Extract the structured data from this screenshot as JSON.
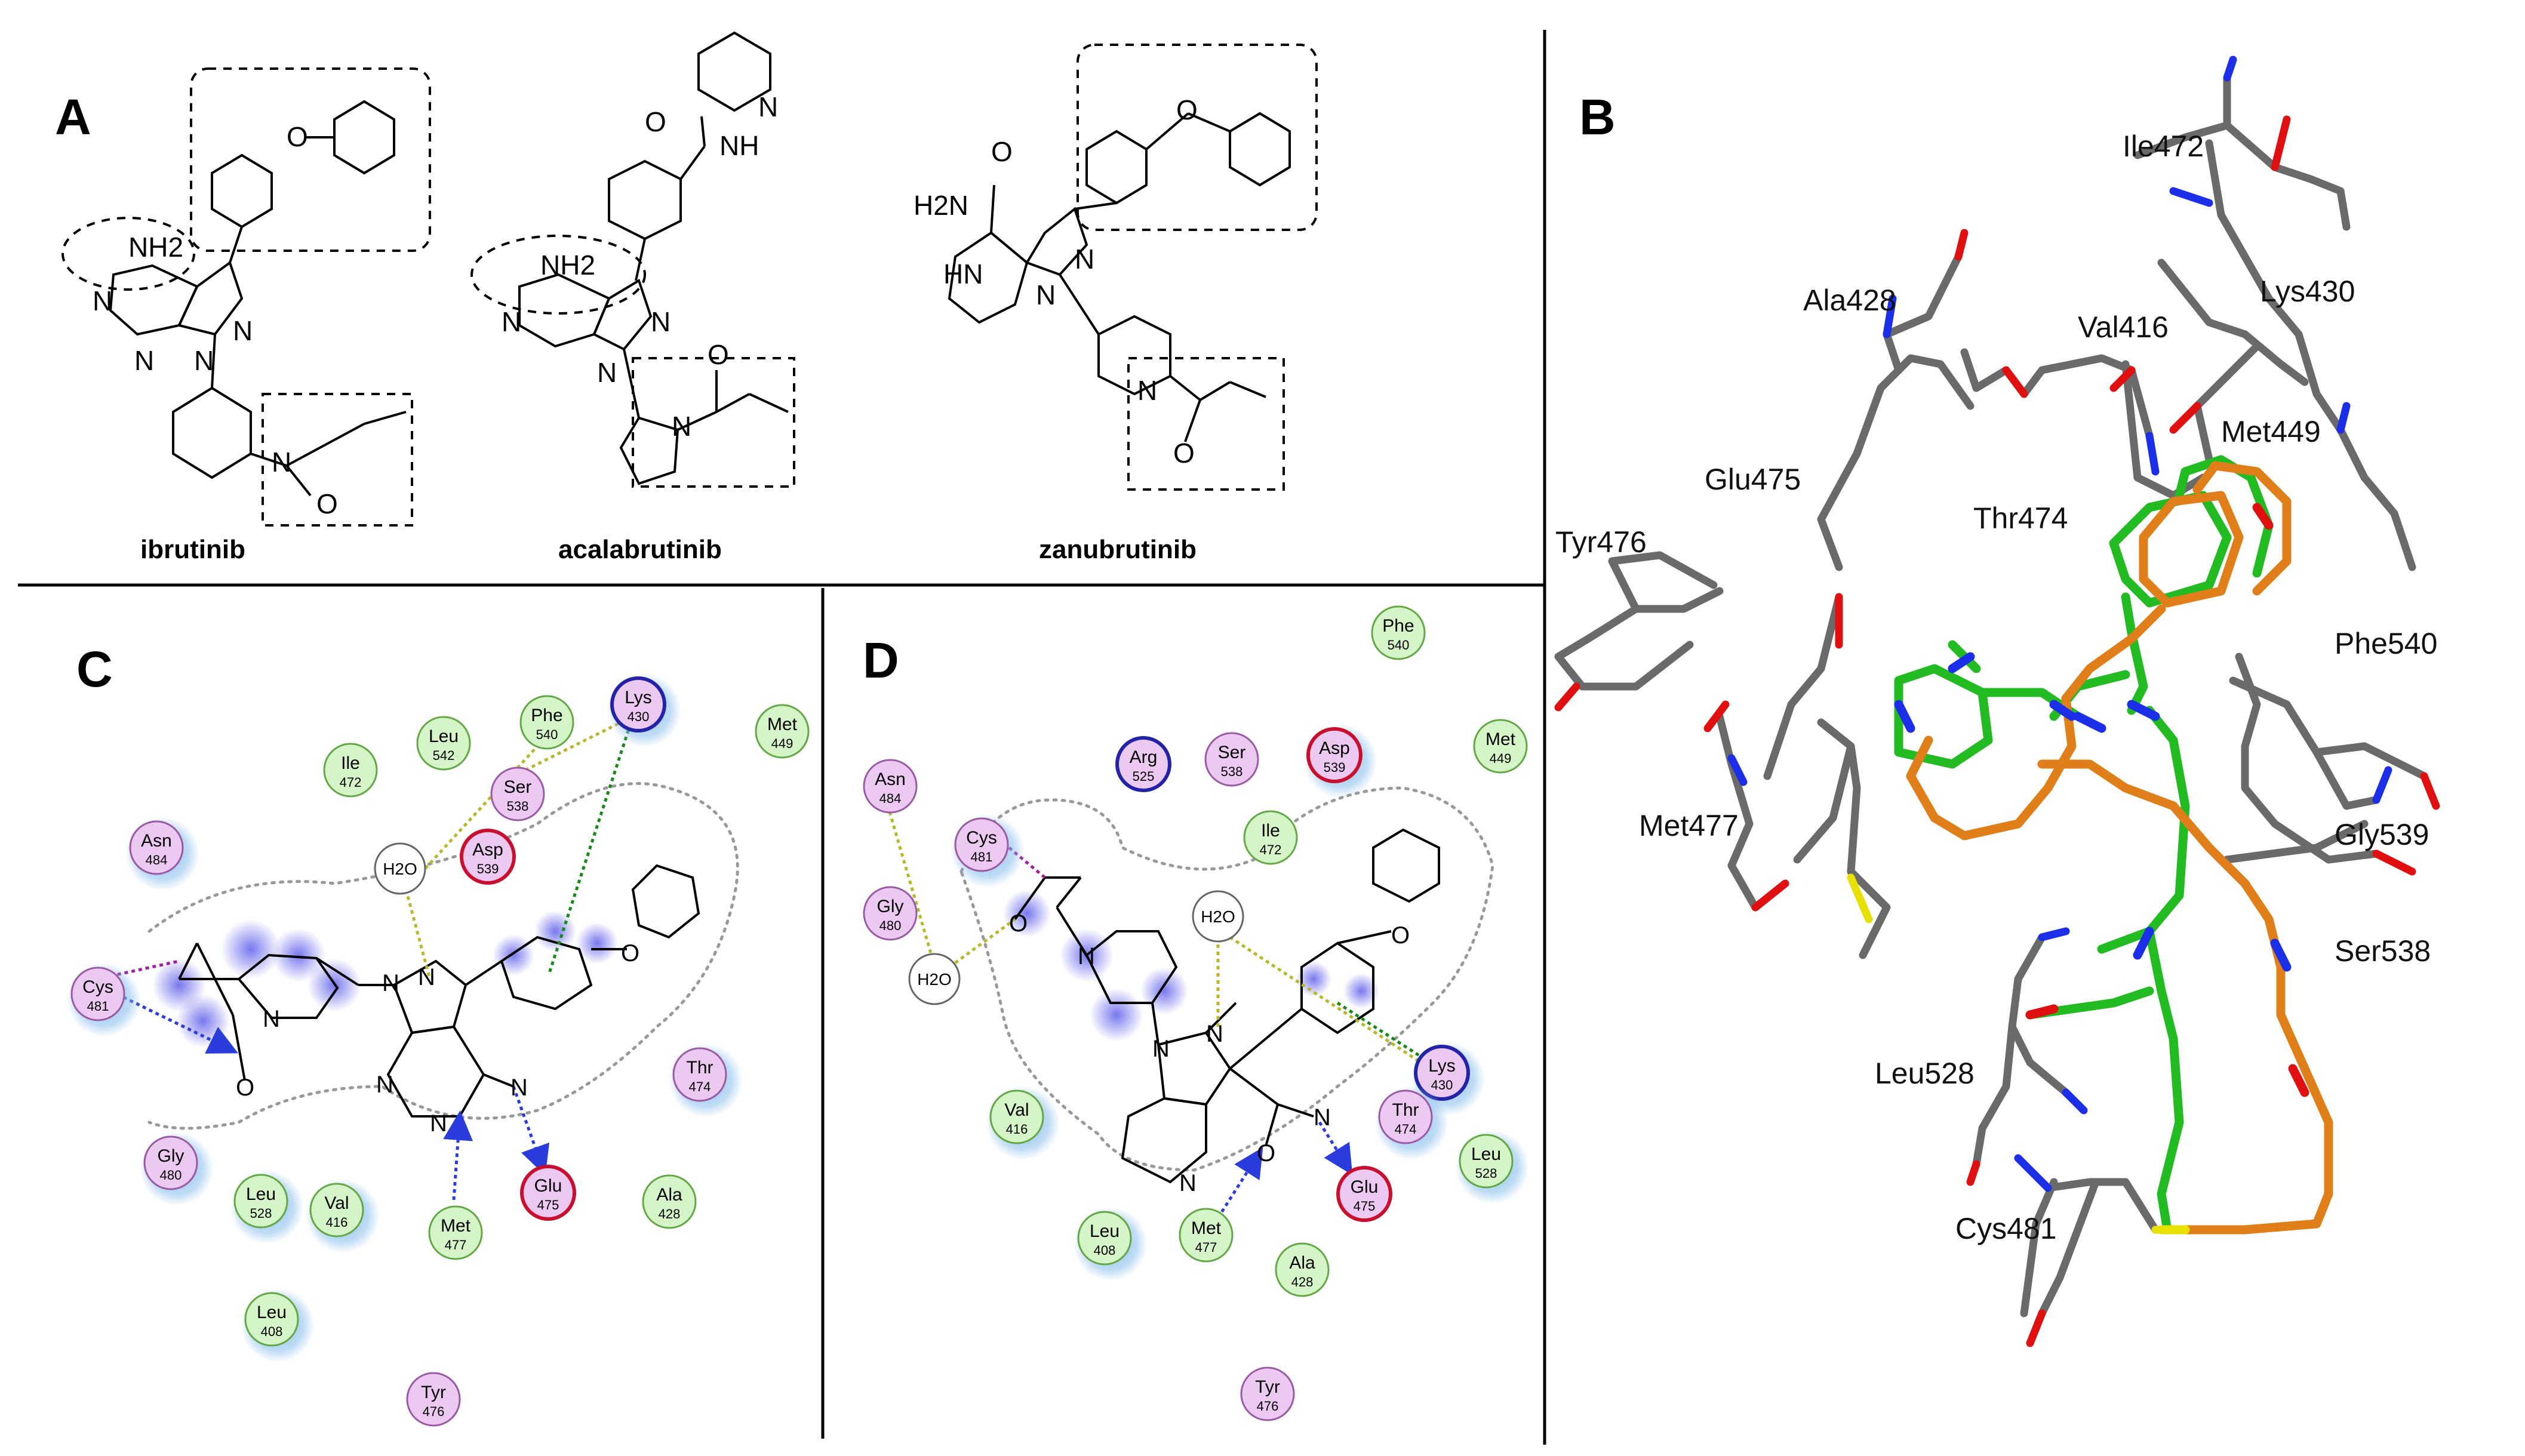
{
  "panels": {
    "A": {
      "label": "A",
      "compounds": [
        {
          "name": "ibrutinib",
          "groups": [
            "NH2"
          ],
          "atoms": [
            "O",
            "N",
            "N",
            "N",
            "N",
            "N",
            "O"
          ]
        },
        {
          "name": "acalabrutinib",
          "groups": [
            "NH2",
            "NH"
          ],
          "atoms": [
            "N",
            "O",
            "N",
            "N",
            "N",
            "N",
            "O"
          ]
        },
        {
          "name": "zanubrutinib",
          "groups": [
            "H2N",
            "HN"
          ],
          "atoms": [
            "O",
            "O",
            "N",
            "N",
            "N",
            "O"
          ]
        }
      ]
    },
    "B": {
      "label": "B",
      "residues": [
        "Ile472",
        "Lys430",
        "Ala428",
        "Val416",
        "Met449",
        "Glu475",
        "Thr474",
        "Tyr476",
        "Phe540",
        "Gly539",
        "Met477",
        "Ser538",
        "Leu528",
        "Cys481"
      ]
    },
    "C": {
      "label": "C",
      "water": "H2O",
      "ligand_atoms": [
        "O",
        "N",
        "N",
        "N",
        "N",
        "N",
        "N",
        "O"
      ],
      "residues": [
        {
          "name": "Lys",
          "num": "430",
          "type": "basic"
        },
        {
          "name": "Phe",
          "num": "540",
          "type": "hydrophobic"
        },
        {
          "name": "Leu",
          "num": "542",
          "type": "hydrophobic"
        },
        {
          "name": "Ile",
          "num": "472",
          "type": "hydrophobic"
        },
        {
          "name": "Met",
          "num": "449",
          "type": "hydrophobic"
        },
        {
          "name": "Ser",
          "num": "538",
          "type": "polar"
        },
        {
          "name": "Asp",
          "num": "539",
          "type": "acidic"
        },
        {
          "name": "Asn",
          "num": "484",
          "type": "polar"
        },
        {
          "name": "Cys",
          "num": "481",
          "type": "polar"
        },
        {
          "name": "Thr",
          "num": "474",
          "type": "polar"
        },
        {
          "name": "Gly",
          "num": "480",
          "type": "polar"
        },
        {
          "name": "Leu",
          "num": "528",
          "type": "hydrophobic"
        },
        {
          "name": "Val",
          "num": "416",
          "type": "hydrophobic"
        },
        {
          "name": "Met",
          "num": "477",
          "type": "hydrophobic"
        },
        {
          "name": "Glu",
          "num": "475",
          "type": "acidic"
        },
        {
          "name": "Ala",
          "num": "428",
          "type": "hydrophobic"
        },
        {
          "name": "Leu",
          "num": "408",
          "type": "hydrophobic"
        },
        {
          "name": "Tyr",
          "num": "476",
          "type": "polar"
        }
      ]
    },
    "D": {
      "label": "D",
      "water": "H2O",
      "ligand_atoms": [
        "O",
        "N",
        "N",
        "N",
        "N",
        "N",
        "O",
        "O"
      ],
      "residues": [
        {
          "name": "Phe",
          "num": "540",
          "type": "hydrophobic"
        },
        {
          "name": "Asn",
          "num": "484",
          "type": "polar"
        },
        {
          "name": "Arg",
          "num": "525",
          "type": "basic"
        },
        {
          "name": "Ser",
          "num": "538",
          "type": "polar"
        },
        {
          "name": "Asp",
          "num": "539",
          "type": "acidic"
        },
        {
          "name": "Met",
          "num": "449",
          "type": "hydrophobic"
        },
        {
          "name": "Cys",
          "num": "481",
          "type": "polar"
        },
        {
          "name": "Ile",
          "num": "472",
          "type": "hydrophobic"
        },
        {
          "name": "Gly",
          "num": "480",
          "type": "polar"
        },
        {
          "name": "Lys",
          "num": "430",
          "type": "basic"
        },
        {
          "name": "Thr",
          "num": "474",
          "type": "polar"
        },
        {
          "name": "Leu",
          "num": "528",
          "type": "hydrophobic"
        },
        {
          "name": "Val",
          "num": "416",
          "type": "hydrophobic"
        },
        {
          "name": "Glu",
          "num": "475",
          "type": "acidic"
        },
        {
          "name": "Leu",
          "num": "408",
          "type": "hydrophobic"
        },
        {
          "name": "Met",
          "num": "477",
          "type": "hydrophobic"
        },
        {
          "name": "Ala",
          "num": "428",
          "type": "hydrophobic"
        },
        {
          "name": "Tyr",
          "num": "476",
          "type": "polar"
        }
      ]
    }
  },
  "colors": {
    "hydrophobic_fill": "#d5f5c8",
    "hydrophobic_stroke": "#62a845",
    "polar_fill": "#ebc9f0",
    "polar_stroke": "#9a5aa5",
    "acidic_stroke": "#c8102e",
    "basic_stroke": "#2323a8",
    "exposure_halo": "#7eb8ea",
    "ligand_carbon_1": "#22bb22",
    "ligand_carbon_2": "#e07f1a",
    "nitrogen": "#1c2fe8",
    "oxygen": "#e01010",
    "sulfur": "#e8e000",
    "protein_carbon": "#6a6a6a"
  }
}
